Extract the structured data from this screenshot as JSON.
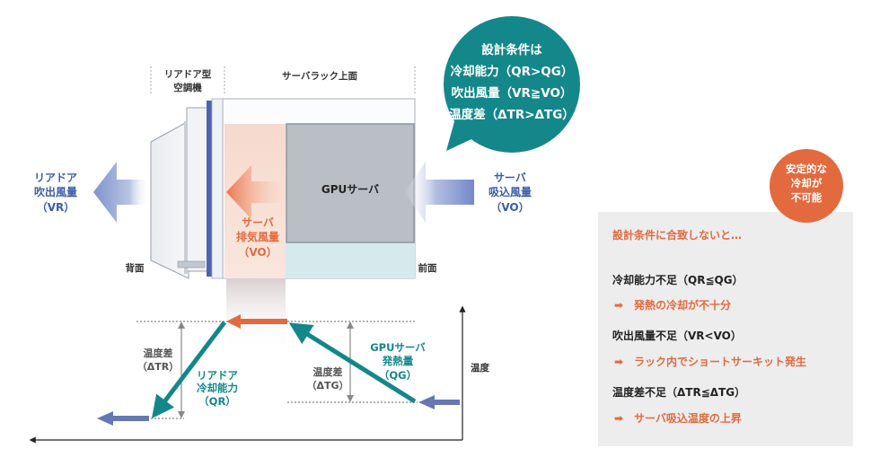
{
  "bubble": {
    "lines": [
      "設計条件は",
      "冷却能力（QR>QG）",
      "吹出風量（VR≧VO）",
      "温度差（ΔTR>ΔTG）"
    ],
    "color": "#14878a"
  },
  "header": {
    "rear_door_title": [
      "リアドア型",
      "空調機"
    ],
    "rack_top_title": "サーバラック上面"
  },
  "left_arrow": {
    "lines": [
      "リアドア",
      "吹出風量",
      "（VR）"
    ]
  },
  "right_arrow": {
    "lines": [
      "サーバ",
      "吸込風量",
      "（VO）"
    ]
  },
  "exhaust": {
    "lines": [
      "サーバ",
      "排気風量",
      "（VO）"
    ]
  },
  "server_label": "GPUサーバ",
  "back_label": "背面",
  "front_label": "前面",
  "graph": {
    "y_axis_label": "温度",
    "delta_tr": [
      "温度差",
      "（ΔTR）"
    ],
    "delta_tg": [
      "温度差",
      "（ΔTG）"
    ],
    "cooling": [
      "リアドア",
      "冷却能力",
      "（QR）"
    ],
    "heat": [
      "GPUサーバ",
      "発熱量",
      "（QG）"
    ]
  },
  "badge": {
    "lines": [
      "安定的な",
      "冷却が",
      "不可能"
    ],
    "color": "#e36a3e"
  },
  "panel": {
    "title": "設計条件に合致しないと…",
    "items": [
      {
        "condition": "冷却能力不足（QR≦QG）",
        "result": "発熱の冷却が不十分"
      },
      {
        "condition": "吹出風量不足（VR<VO）",
        "result": "ラック内でショートサーキット発生"
      },
      {
        "condition": "温度差不足（ΔTR≦ΔTG）",
        "result": "サーバ吸込温度の上昇"
      }
    ],
    "bg": "#ededed"
  },
  "colors": {
    "blue": "#3a5da8",
    "teal": "#14878a",
    "orange": "#e36a3e"
  }
}
